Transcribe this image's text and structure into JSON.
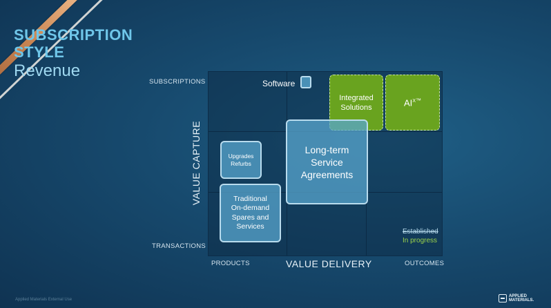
{
  "title": {
    "line1": "SUBSCRIPTION",
    "line2": "STYLE",
    "line3": "Revenue"
  },
  "axes": {
    "y_label": "VALUE CAPTURE",
    "x_label": "VALUE DELIVERY",
    "y_top": "SUBSCRIPTIONS",
    "y_bottom": "TRANSACTIONS",
    "x_left": "PRODUCTS",
    "x_right": "OUTCOMES"
  },
  "items": {
    "software": "Software",
    "integrated_solutions": [
      "Integrated",
      "Solutions"
    ],
    "aix": {
      "base": "AI",
      "sup": "X",
      "tm": "™"
    },
    "upgrades": [
      "Upgrades",
      "Refurbs"
    ],
    "traditional": [
      "Traditional",
      "On-demand",
      "Spares and",
      "Services"
    ],
    "long_term": [
      "Long-term",
      "Service",
      "Agreements"
    ]
  },
  "legend": {
    "established": "Established",
    "in_progress": "In progress"
  },
  "colors": {
    "established": "#58a5cd",
    "in_progress": "#69a31f",
    "title": "#6fc6e9"
  },
  "footer": "Applied Materials External Use",
  "logo": {
    "line1": "APPLIED",
    "line2": "MATERIALS."
  }
}
